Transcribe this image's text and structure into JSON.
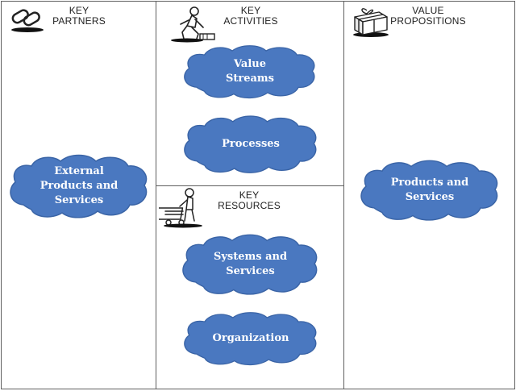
{
  "colors": {
    "cloud_fill": "#4a78c0",
    "cloud_stroke": "#3a64a6",
    "border": "#5f5f5f"
  },
  "panels": {
    "key_partners": {
      "header": [
        "KEY",
        "PARTNERS"
      ],
      "icon": "chain-link-icon",
      "clouds": [
        {
          "lines": [
            "External",
            "Products and",
            "Services"
          ]
        }
      ]
    },
    "key_activities": {
      "header": [
        "KEY",
        "ACTIVITIES"
      ],
      "icon": "person-working-icon",
      "clouds": [
        {
          "lines": [
            "Value",
            "Streams"
          ]
        },
        {
          "lines": [
            "Processes"
          ]
        }
      ]
    },
    "key_resources": {
      "header": [
        "KEY",
        "RESOURCES"
      ],
      "icon": "person-with-cart-icon",
      "clouds": [
        {
          "lines": [
            "Systems and",
            "Services"
          ]
        },
        {
          "lines": [
            "Organization"
          ]
        }
      ]
    },
    "value_propositions": {
      "header": [
        "VALUE",
        "PROPOSITIONS"
      ],
      "icon": "gift-box-icon",
      "clouds": [
        {
          "lines": [
            "Products and",
            "Services"
          ]
        }
      ]
    }
  }
}
